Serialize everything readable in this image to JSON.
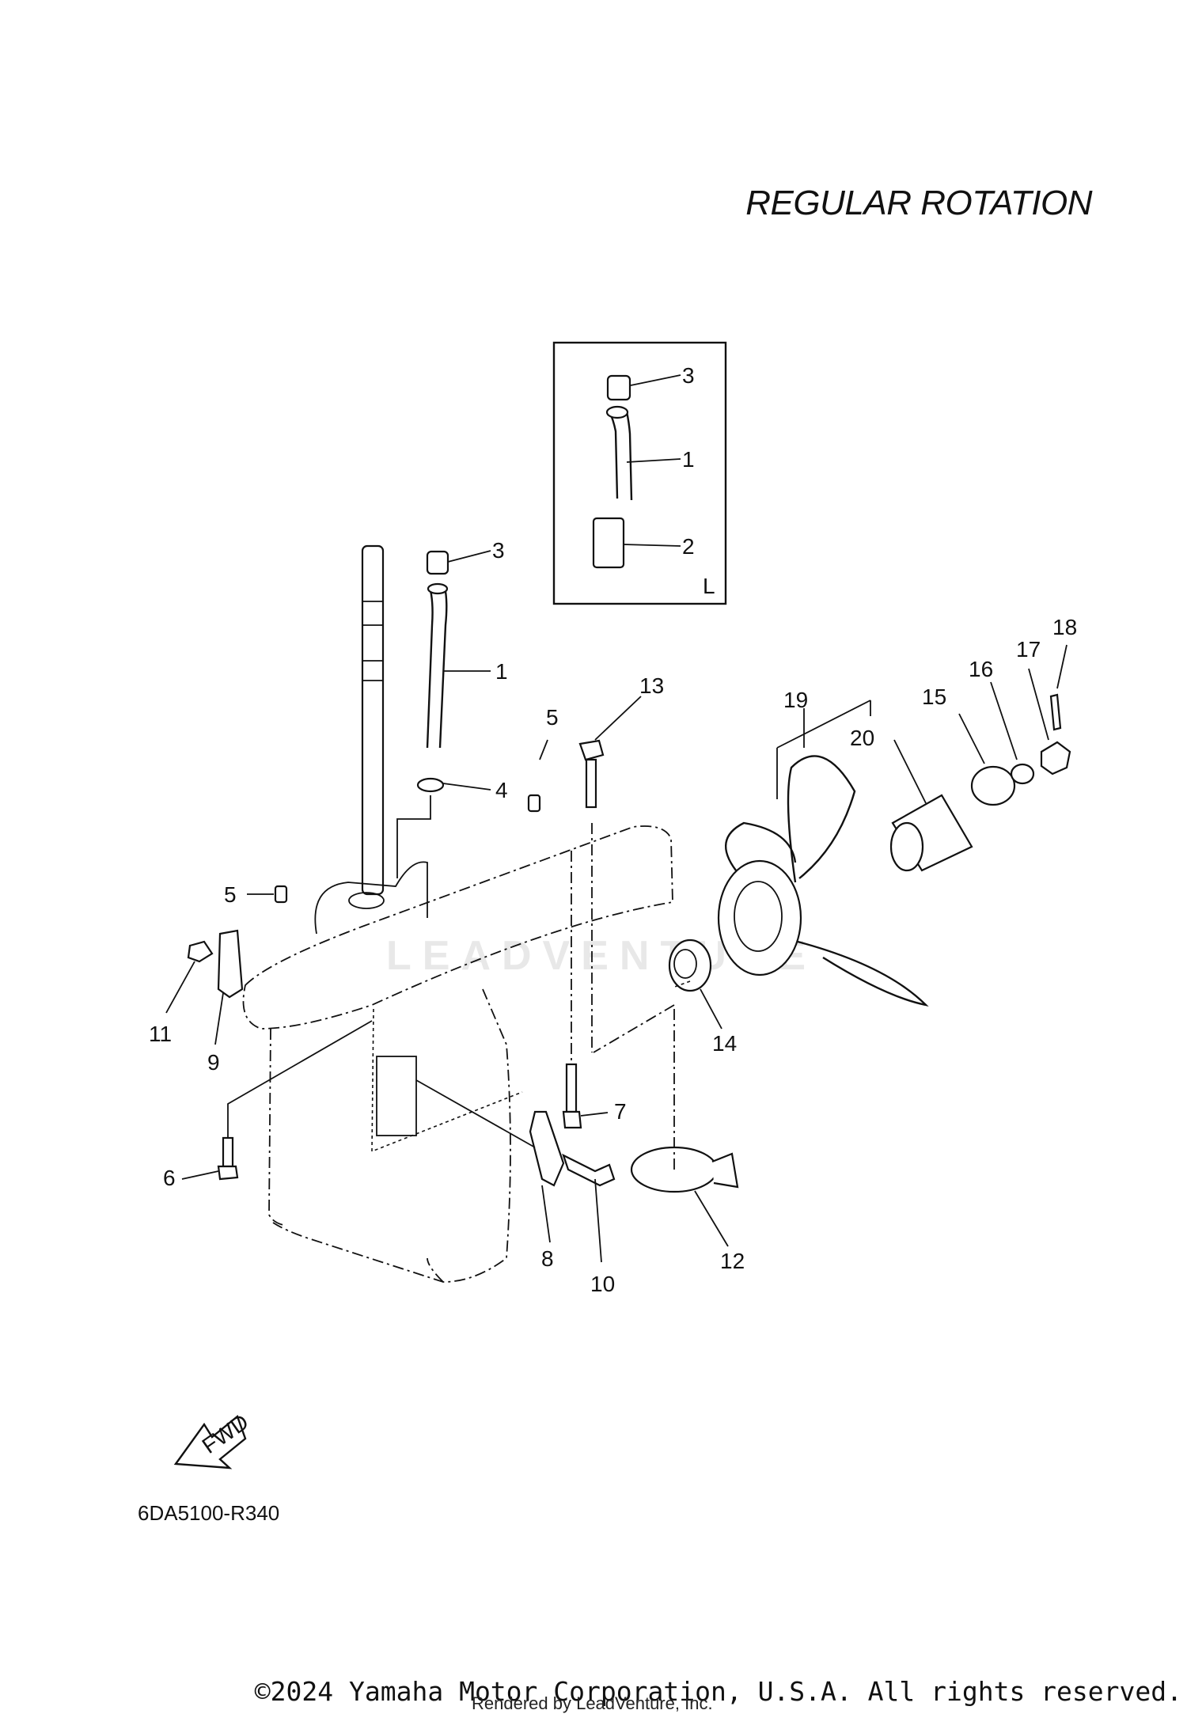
{
  "title": "REGULAR ROTATION",
  "part_code": "6DA5100-R340",
  "copyright": "©2024 Yamaha Motor Corporation, U.S.A. All rights reserved.",
  "rendered_by": "Rendered by LeadVenture, Inc.",
  "watermark": "LEADVENTURE",
  "inset": {
    "label": "L",
    "callouts": [
      "3",
      "1",
      "2"
    ]
  },
  "fwd_label": "FWD",
  "callouts": [
    "3",
    "1",
    "4",
    "5",
    "13",
    "5",
    "11",
    "9",
    "6",
    "7",
    "8",
    "10",
    "12",
    "14",
    "19",
    "20",
    "15",
    "16",
    "17",
    "18"
  ]
}
